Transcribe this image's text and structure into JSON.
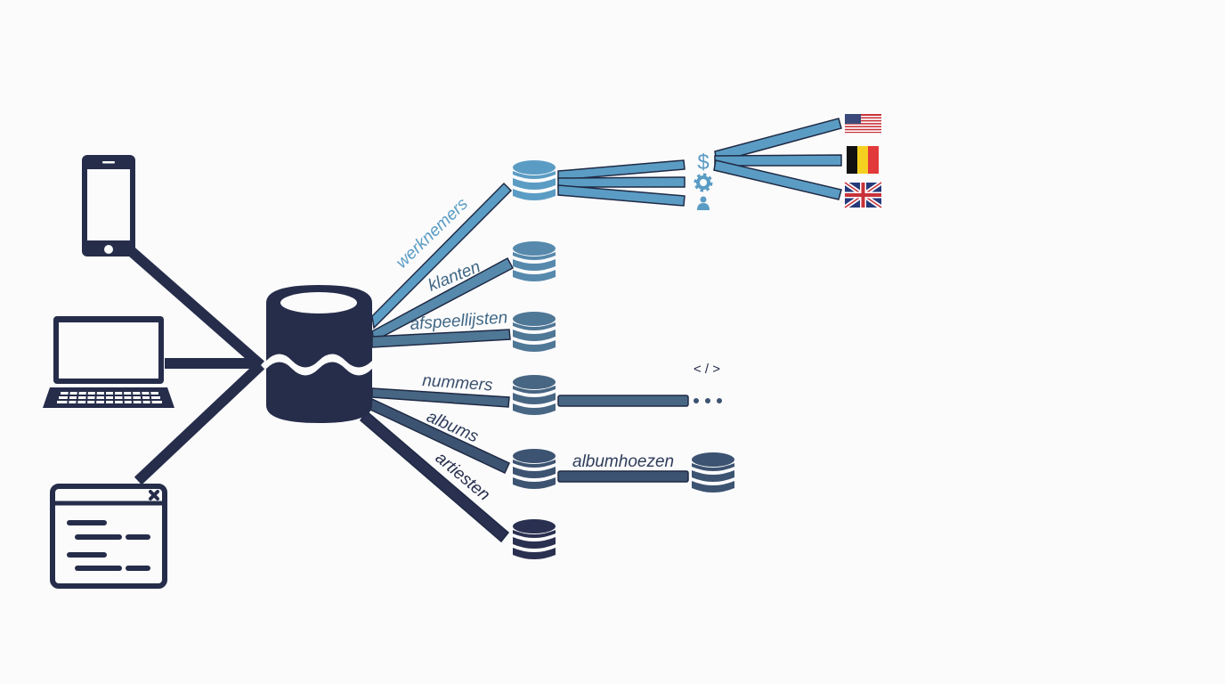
{
  "diagram": {
    "type": "database-architecture",
    "colors": {
      "navy": "#262d4a",
      "background": "#fbfbfc",
      "tier1": "#5b9cc4",
      "tier2": "#5689ac",
      "tier3": "#4f7796",
      "tier4": "#476683",
      "tier5": "#3c5371",
      "tier6": "#2a3050"
    },
    "clients": [
      {
        "name": "mobile-phone",
        "icon": "smartphone-icon"
      },
      {
        "name": "laptop",
        "icon": "laptop-icon"
      },
      {
        "name": "application-window",
        "icon": "app-window-icon"
      }
    ],
    "central_database": {
      "icon": "database-icon"
    },
    "tables": [
      {
        "label": "werknemers",
        "color": "#5b9cc4"
      },
      {
        "label": "klanten",
        "color": "#5689ac"
      },
      {
        "label": "afspeellijsten",
        "color": "#4f7796"
      },
      {
        "label": "nummers",
        "color": "#476683"
      },
      {
        "label": "albums",
        "color": "#3c5371"
      },
      {
        "label": "artiesten",
        "color": "#2a3050"
      }
    ],
    "werknemers_attributes": [
      {
        "icon": "dollar-icon",
        "glyph": "$"
      },
      {
        "icon": "gear-icon"
      },
      {
        "icon": "person-icon"
      }
    ],
    "countries": [
      {
        "name": "United States",
        "icon": "us-flag-icon"
      },
      {
        "name": "Belgium",
        "icon": "belgium-flag-icon"
      },
      {
        "name": "United Kingdom",
        "icon": "uk-flag-icon"
      }
    ],
    "nummers_extension": {
      "code_symbol": "< / >",
      "ellipsis": "• • •"
    },
    "albums_extension": {
      "label": "albumhoezen"
    }
  }
}
